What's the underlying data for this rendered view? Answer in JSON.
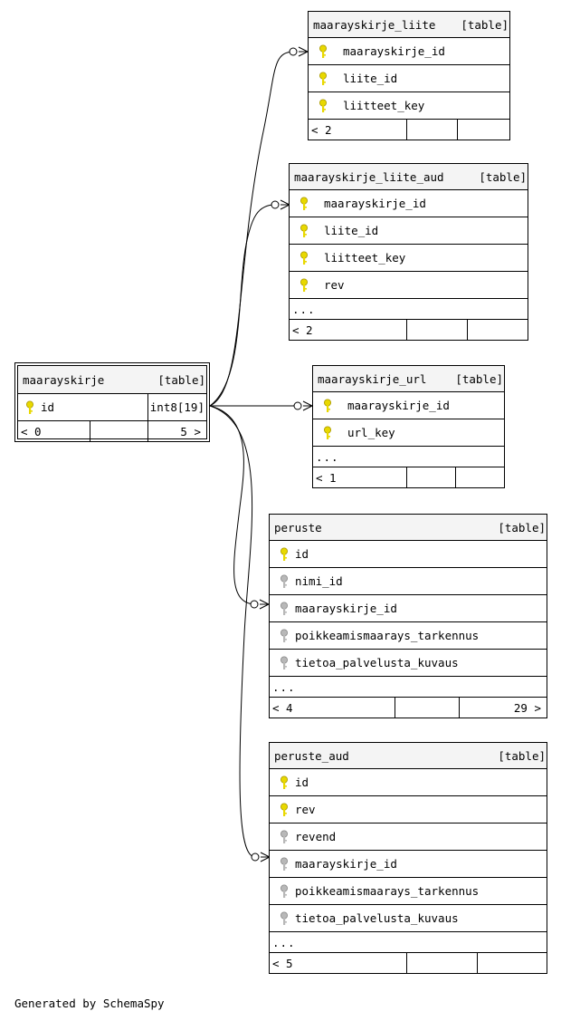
{
  "tables": {
    "maarayskirje": {
      "name": "maarayskirje",
      "tag": "[table]",
      "columns": [
        {
          "name": "id",
          "type": "int8[19]",
          "key": "primary"
        }
      ],
      "footer": {
        "left": "< 0",
        "right": "5 >"
      }
    },
    "maarayskirje_liite": {
      "name": "maarayskirje_liite",
      "tag": "[table]",
      "columns": [
        {
          "name": "maarayskirje_id",
          "key": "primary"
        },
        {
          "name": "liite_id",
          "key": "primary"
        },
        {
          "name": "liitteet_key",
          "key": "primary"
        }
      ],
      "footer": {
        "left": "< 2",
        "right": ""
      }
    },
    "maarayskirje_liite_aud": {
      "name": "maarayskirje_liite_aud",
      "tag": "[table]",
      "columns": [
        {
          "name": "maarayskirje_id",
          "key": "primary"
        },
        {
          "name": "liite_id",
          "key": "primary"
        },
        {
          "name": "liitteet_key",
          "key": "primary"
        },
        {
          "name": "rev",
          "key": "primary"
        }
      ],
      "more": "...",
      "footer": {
        "left": "< 2",
        "right": ""
      }
    },
    "maarayskirje_url": {
      "name": "maarayskirje_url",
      "tag": "[table]",
      "columns": [
        {
          "name": "maarayskirje_id",
          "key": "primary"
        },
        {
          "name": "url_key",
          "key": "primary"
        }
      ],
      "more": "...",
      "footer": {
        "left": "< 1",
        "right": ""
      }
    },
    "peruste": {
      "name": "peruste",
      "tag": "[table]",
      "columns": [
        {
          "name": "id",
          "key": "primary"
        },
        {
          "name": "nimi_id",
          "key": "foreign"
        },
        {
          "name": "maarayskirje_id",
          "key": "foreign"
        },
        {
          "name": "poikkeamismaarays_tarkennus",
          "key": "foreign"
        },
        {
          "name": "tietoa_palvelusta_kuvaus",
          "key": "foreign"
        }
      ],
      "more": "...",
      "footer": {
        "left": "< 4",
        "right": "29 >"
      }
    },
    "peruste_aud": {
      "name": "peruste_aud",
      "tag": "[table]",
      "columns": [
        {
          "name": "id",
          "key": "primary"
        },
        {
          "name": "rev",
          "key": "primary"
        },
        {
          "name": "revend",
          "key": "foreign"
        },
        {
          "name": "maarayskirje_id",
          "key": "foreign"
        },
        {
          "name": "poikkeamismaarays_tarkennus",
          "key": "foreign"
        },
        {
          "name": "tietoa_palvelusta_kuvaus",
          "key": "foreign"
        }
      ],
      "more": "...",
      "footer": {
        "left": "< 5",
        "right": ""
      }
    }
  },
  "colors": {
    "primary_key": "#e8d800",
    "foreign_key": "#b0b0b0",
    "header_bg": "#f4f4f4"
  },
  "generated_by": "Generated by SchemaSpy"
}
